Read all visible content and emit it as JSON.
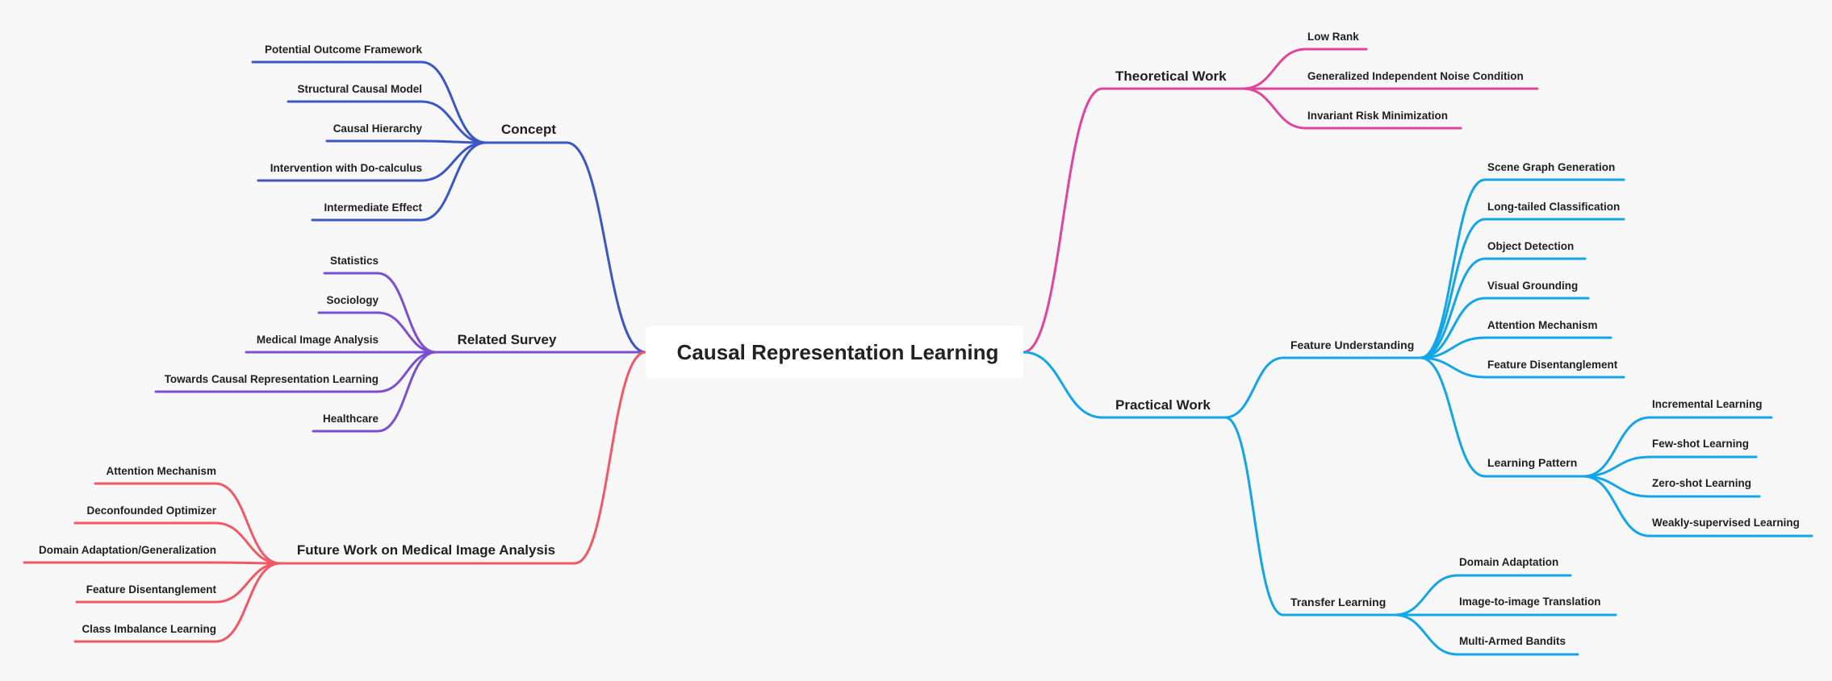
{
  "root": "Causal Representation Learning",
  "colors": {
    "concept": "#3a57c4",
    "survey": "#7b4fcf",
    "future": "#f05865",
    "theoretical": "#e0449c",
    "practical": "#12a5e8"
  },
  "left": {
    "concept": {
      "label": "Concept",
      "children": [
        "Potential Outcome Framework",
        "Structural Causal Model",
        "Causal Hierarchy",
        "Intervention with Do-calculus",
        "Intermediate Effect"
      ]
    },
    "survey": {
      "label": "Related Survey",
      "children": [
        "Statistics",
        "Sociology",
        "Medical Image Analysis",
        "Towards Causal Representation Learning",
        "Healthcare"
      ]
    },
    "future": {
      "label": "Future Work on Medical Image Analysis",
      "children": [
        "Attention Mechanism",
        "Deconfounded Optimizer",
        "Domain Adaptation/Generalization",
        "Feature Disentanglement",
        "Class Imbalance Learning"
      ]
    }
  },
  "right": {
    "theoretical": {
      "label": "Theoretical Work",
      "children": [
        "Low Rank",
        "Generalized Independent Noise Condition",
        "Invariant Risk Minimization"
      ]
    },
    "practical": {
      "label": "Practical Work",
      "feature": {
        "label": "Feature Understanding",
        "children": [
          "Scene Graph Generation",
          "Long-tailed Classification",
          "Object Detection",
          "Visual Grounding",
          "Attention Mechanism",
          "Feature Disentanglement"
        ],
        "pattern": {
          "label": "Learning Pattern",
          "children": [
            "Incremental Learning",
            "Few-shot Learning",
            "Zero-shot Learning",
            "Weakly-supervised Learning"
          ]
        }
      },
      "transfer": {
        "label": "Transfer Learning",
        "children": [
          "Domain Adaptation",
          "Image-to-image Translation",
          "Multi-Armed Bandits"
        ]
      }
    }
  }
}
